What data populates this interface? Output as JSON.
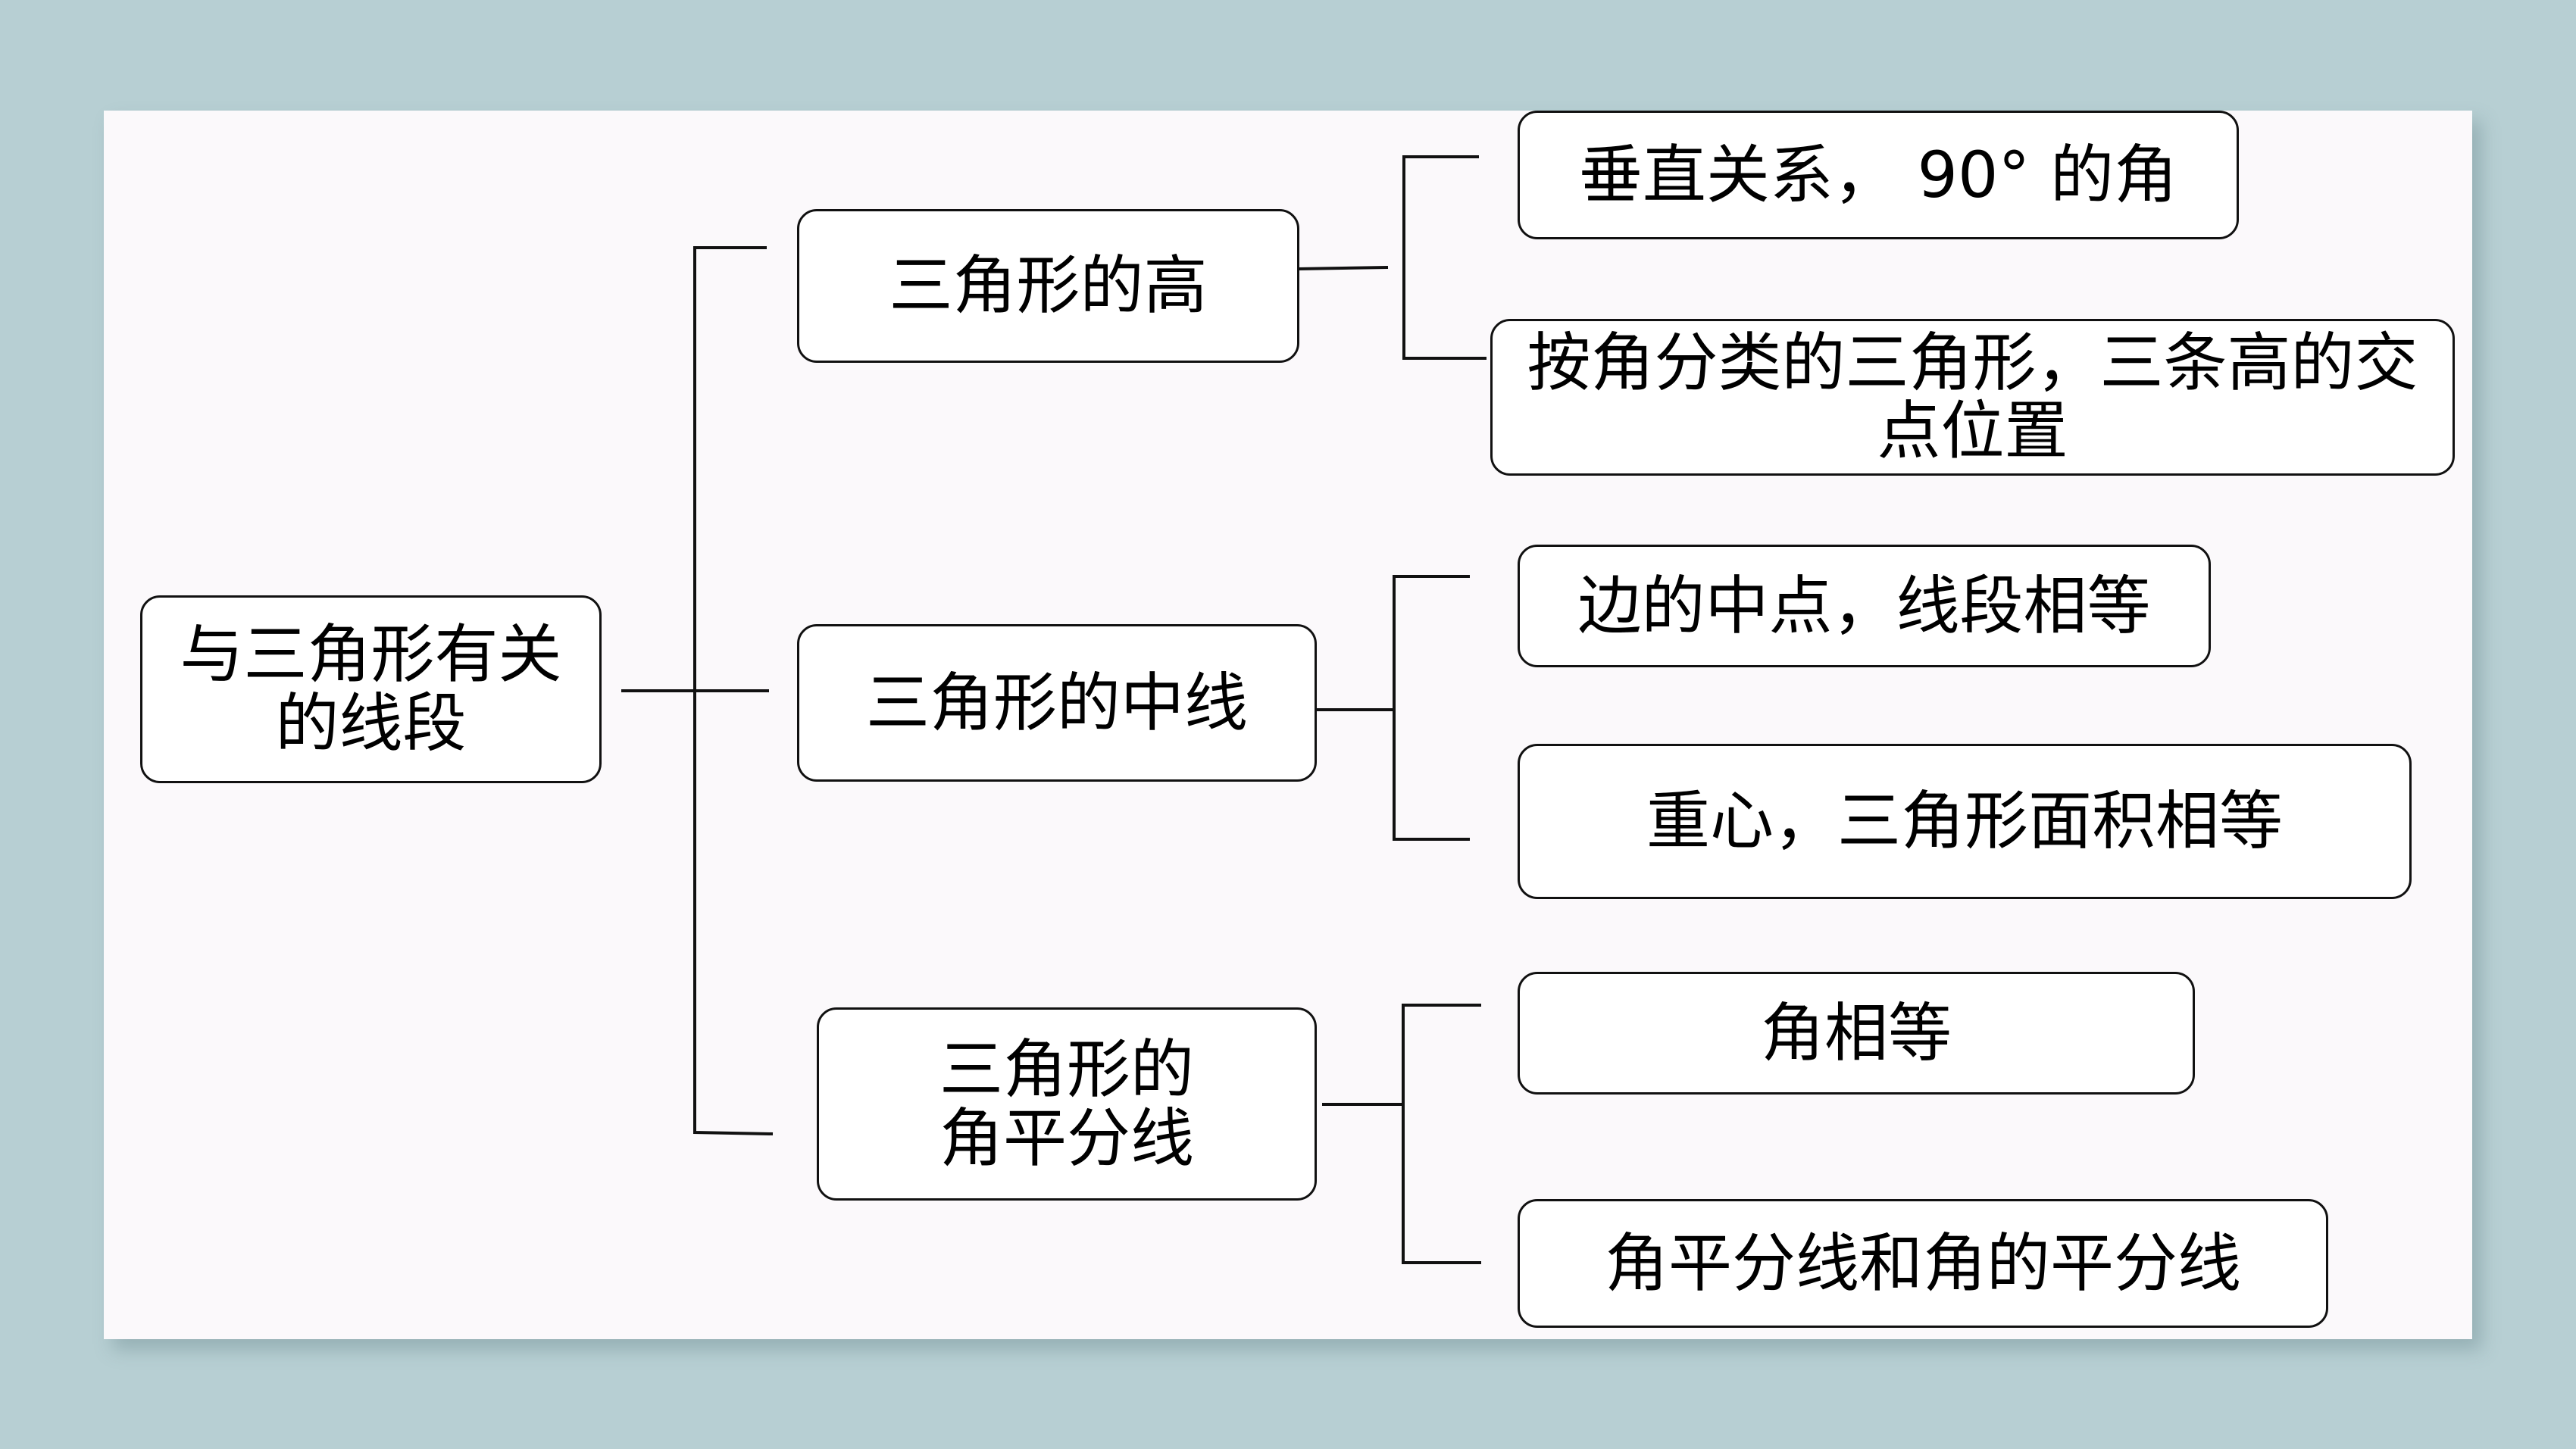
{
  "root": {
    "line1": "与三角形有关",
    "line2": "的线段"
  },
  "branches": {
    "altitude": {
      "label": "三角形的高",
      "items": [
        "垂直关系， 90° 的角",
        "按角分类的三角形，三条高的交点位置"
      ]
    },
    "median": {
      "label": "三角形的中线",
      "items": [
        "边的中点，线段相等",
        "重心，三角形面积相等"
      ]
    },
    "bisector": {
      "line1": "三角形的",
      "line2": "角平分线",
      "items": [
        "角相等",
        "角平分线和角的平分线"
      ]
    }
  }
}
